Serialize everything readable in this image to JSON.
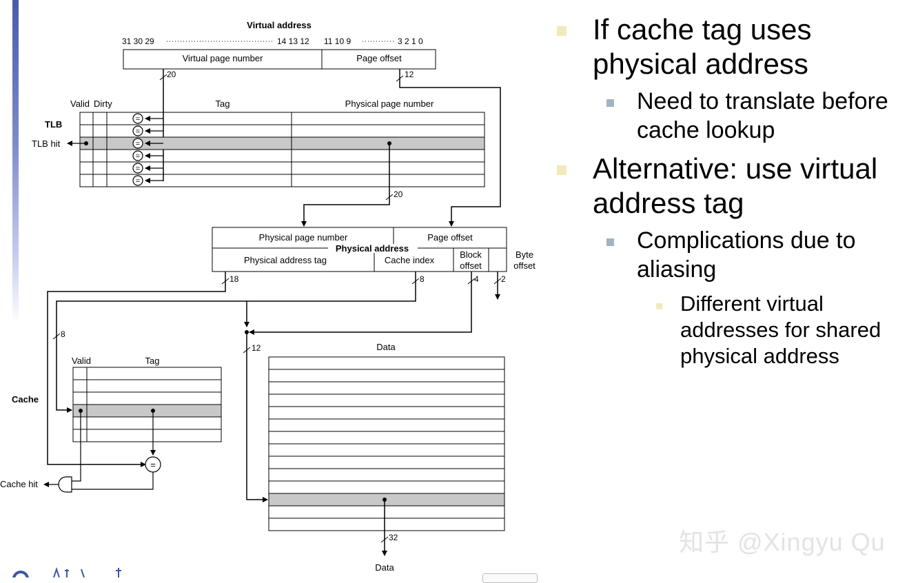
{
  "diagram": {
    "virtual_address": {
      "title": "Virtual address",
      "bits_left": "31 30 29",
      "bits_mid_vpn": "14 13 12",
      "bits_mid_off": "11 10 9",
      "bits_right": "3 2 1 0",
      "field_vpn": "Virtual page number",
      "field_offset": "Page offset",
      "width_vpn": "20",
      "width_offset": "12"
    },
    "tlb": {
      "label": "TLB",
      "hit_label": "TLB hit",
      "col_valid": "Valid",
      "col_dirty": "Dirty",
      "col_tag": "Tag",
      "col_ppn": "Physical page number",
      "compare_symbol": "=",
      "width_ppn_out": "20"
    },
    "physical_address": {
      "title": "Physical address",
      "field_ppn": "Physical page number",
      "field_offset": "Page offset",
      "field_tag": "Physical address tag",
      "field_index": "Cache index",
      "field_block": "Block offset",
      "field_byte": "Byte offset",
      "width_tag": "18",
      "width_index": "8",
      "width_block": "4",
      "width_byte": "2"
    },
    "cache": {
      "label": "Cache",
      "col_valid": "Valid",
      "col_tag": "Tag",
      "hit_label": "Cache hit",
      "compare_symbol": "=",
      "width_index_in": "8",
      "width_data_index": "12",
      "data_label": "Data",
      "data_out_label": "Data",
      "width_data_out": "32"
    }
  },
  "bullets": {
    "l1_a": "If cache tag uses physical address",
    "l2_a": "Need to translate before cache lookup",
    "l1_b": "Alternative: use virtual address tag",
    "l2_b": "Complications due to aliasing",
    "l3_b": "Different virtual addresses for shared physical address"
  },
  "watermark": "知乎 @Xingyu Qu",
  "colors": {
    "row_highlight": "#c8c8c8",
    "bullet_l1": "#f2eabc",
    "bullet_l2": "#9fb4c4",
    "left_bar": "#4a5aa8",
    "watermark": "#e3e3e3"
  }
}
